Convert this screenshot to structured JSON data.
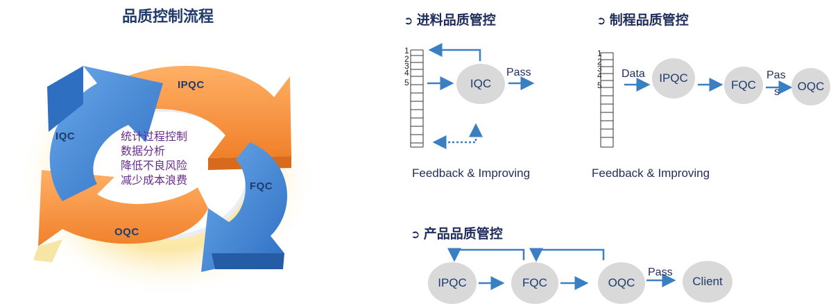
{
  "main_title": "品质控制流程",
  "cycle": {
    "labels": [
      "IPQC",
      "IQC",
      "FQC",
      "OQC"
    ],
    "text_lines": [
      "统计过程控制",
      "数据分析",
      "降低不良风险",
      "减少成本浪费"
    ]
  },
  "incoming": {
    "title": "进料品质管控",
    "node": "IQC",
    "pass_label": "Pass",
    "caption": "Feedback & Improving",
    "ruler": [
      "1",
      "2",
      "3",
      "4",
      "5"
    ]
  },
  "process": {
    "title": "制程品质管控",
    "data_label": "Data",
    "nodes": [
      "IPQC",
      "FQC",
      "OQC"
    ],
    "pass_label_line1": "Pas",
    "pass_label_line2": "s",
    "caption": "Feedback & Improving",
    "ruler": [
      "1",
      "2",
      "3",
      "4",
      "5"
    ]
  },
  "product": {
    "title": "产品品质管控",
    "nodes": [
      "IPQC",
      "FQC",
      "OQC",
      "Client"
    ],
    "pass_label": "Pass"
  },
  "colors": {
    "orange": "#f7913d",
    "blue": "#3f86d6",
    "arrow": "#3a7fc2",
    "node_fill": "#d9d9d9"
  }
}
